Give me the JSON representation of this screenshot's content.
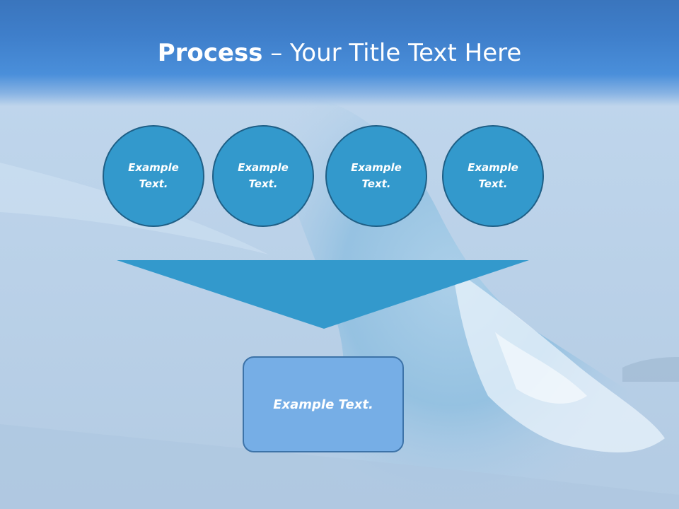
{
  "slide": {
    "title_bold": "Process",
    "title_rest": " – Your Title Text Here",
    "accent_color": "#3399cc",
    "header_color": "#3f7fcb",
    "box_color": "#76aee6"
  },
  "steps": [
    {
      "label": "Example\nText."
    },
    {
      "label": "Example\nText."
    },
    {
      "label": "Example\nText."
    },
    {
      "label": "Example\nText."
    }
  ],
  "result": {
    "label": "Example Text."
  },
  "background": {
    "subject": "ocean-wave-photo"
  }
}
